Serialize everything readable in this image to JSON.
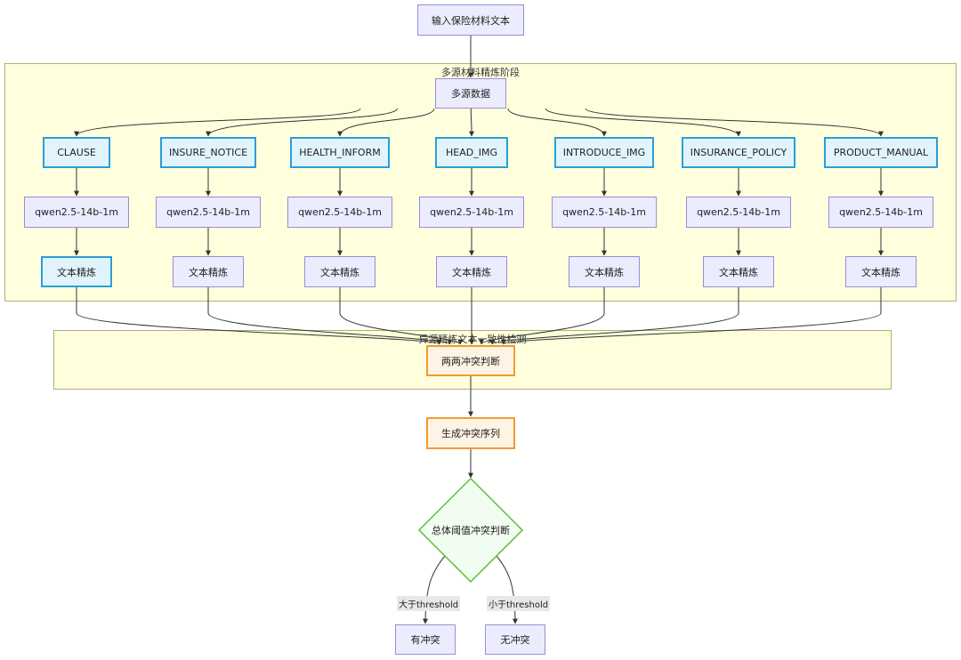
{
  "nodes": {
    "input": "输入保险材料文本",
    "multi_source": "多源数据",
    "sources": [
      "CLAUSE",
      "INSURE_NOTICE",
      "HEALTH_INFORM",
      "HEAD_IMG",
      "INTRODUCE_IMG",
      "INSURANCE_POLICY",
      "PRODUCT_MANUAL"
    ],
    "model": "qwen2.5-14b-1m",
    "refine": "文本精炼",
    "pairwise": "两两冲突判断",
    "sequence": "生成冲突序列",
    "threshold_decision": "总体阈值冲突判断",
    "has_conflict": "有冲突",
    "no_conflict": "无冲突"
  },
  "clusters": {
    "refine_stage": "多源材料精炼阶段",
    "consistency": "异源精炼文本一致性检测"
  },
  "edge_labels": {
    "above": "大于threshold",
    "below": "小于threshold"
  },
  "colors": {
    "default_fill": "#ececff",
    "default_stroke": "#9a8cd6",
    "source_fill": "#e1f4fd",
    "source_stroke": "#2a9fd8",
    "conflict_fill": "#fff4e4",
    "conflict_stroke": "#f39a2e",
    "decision_fill": "#f1fdf0",
    "decision_stroke": "#5ac03a",
    "cluster_fill": "#ffffde"
  }
}
